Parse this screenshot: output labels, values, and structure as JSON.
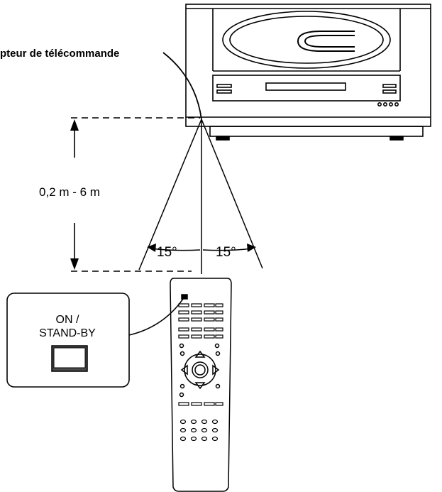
{
  "sensor_label": "pteur de télécommande",
  "distance_label": "0,2 m - 6 m",
  "angle_left": "15°",
  "angle_right": "15°",
  "button_callout": {
    "line1": "ON /",
    "line2": "STAND-BY"
  },
  "icons": {
    "device": "stereo-unit-icon",
    "remote": "remote-control-icon",
    "button": "standby-button-icon"
  },
  "colors": {
    "ink": "#000000",
    "background": "#ffffff",
    "button_fill": "#4a4a4a"
  }
}
